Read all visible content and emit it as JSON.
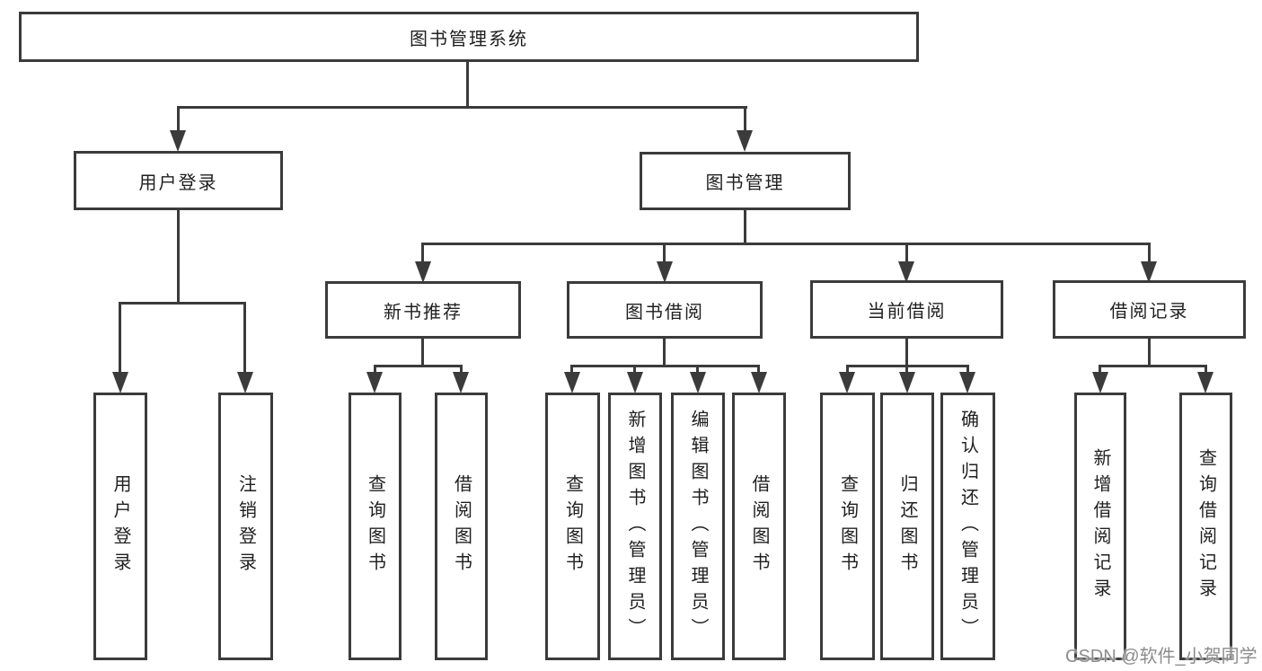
{
  "diagram": {
    "root": "图书管理系统",
    "level2": [
      "用户登录",
      "图书管理"
    ],
    "level3": [
      "新书推荐",
      "图书借阅",
      "当前借阅",
      "借阅记录"
    ],
    "leaves": [
      "用户登录",
      "注销登录",
      "查询图书",
      "借阅图书",
      "查询图书",
      "新增图书（管理员）",
      "编辑图书（管理员）",
      "借阅图书",
      "查询图书",
      "归还图书",
      "确认归还（管理员）",
      "新增借阅记录",
      "查询借阅记录"
    ]
  },
  "watermark": "CSDN @软件_小贺同学",
  "colors": {
    "line": "#3b3b3b",
    "text": "#1f1f1f",
    "watermark": "#8c8c8c",
    "background": "#ffffff"
  }
}
